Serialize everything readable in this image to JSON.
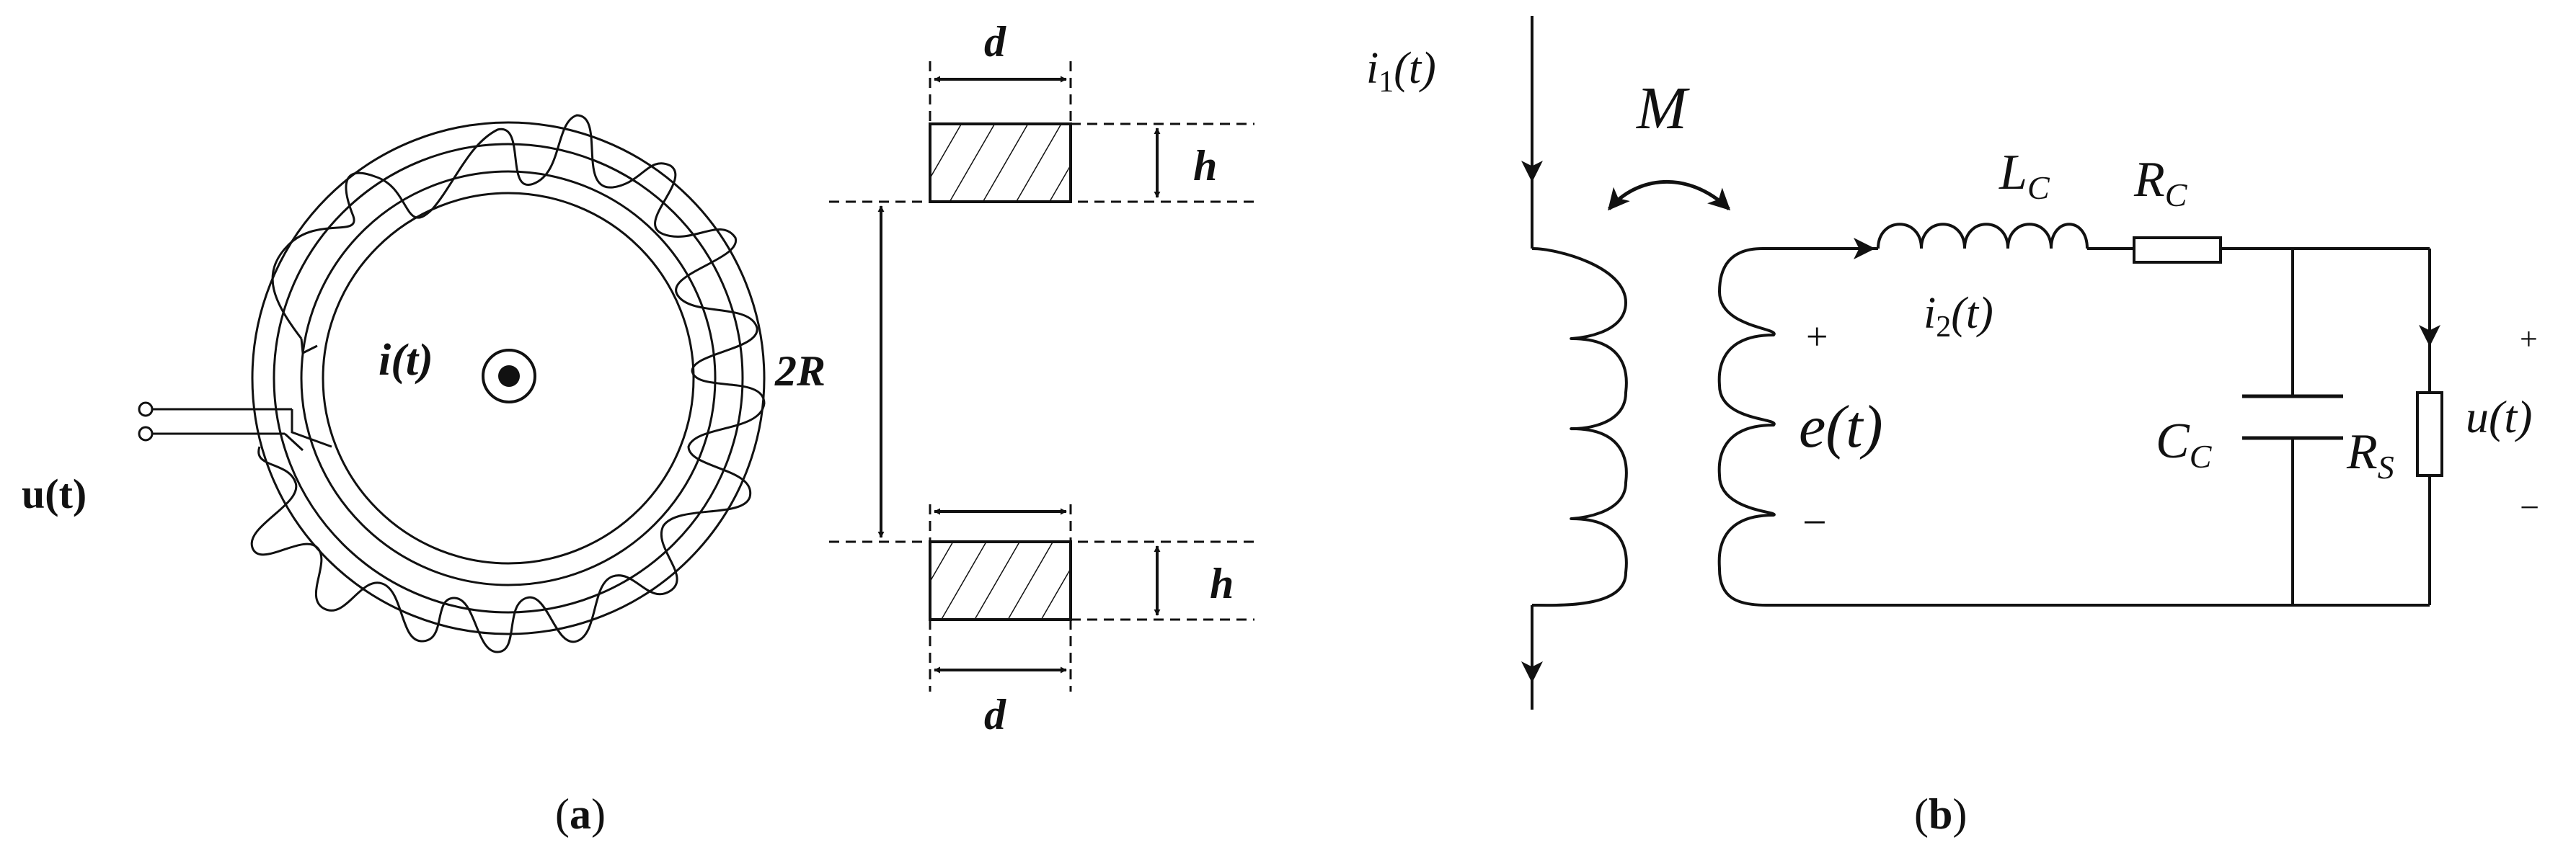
{
  "panel_a": {
    "caption": "(a)",
    "voltage_label": "u(t)",
    "current_label": "i(t)",
    "radius_label": "2R",
    "width_top_label": "d",
    "width_bottom_label": "d",
    "height_top_label": "h",
    "height_bottom_label": "h"
  },
  "panel_b": {
    "caption": "(b)",
    "primary_current": {
      "sym": "i",
      "sub": "1",
      "arg": "(t)"
    },
    "mutual_label": "M",
    "inductor": {
      "sym": "L",
      "sub": "C"
    },
    "resistor": {
      "sym": "R",
      "sub": "C"
    },
    "secondary_current": {
      "sym": "i",
      "sub": "2",
      "arg": "(t)"
    },
    "emf": {
      "plus": "+",
      "text": "e(t)",
      "minus": "−"
    },
    "capacitor": {
      "sym": "C",
      "sub": "C"
    },
    "shunt": {
      "sym": "R",
      "sub": "S"
    },
    "output": {
      "plus": "+",
      "text": "u(t)",
      "minus": "−"
    }
  },
  "colors": {
    "line": "#111111",
    "background": "#ffffff"
  }
}
